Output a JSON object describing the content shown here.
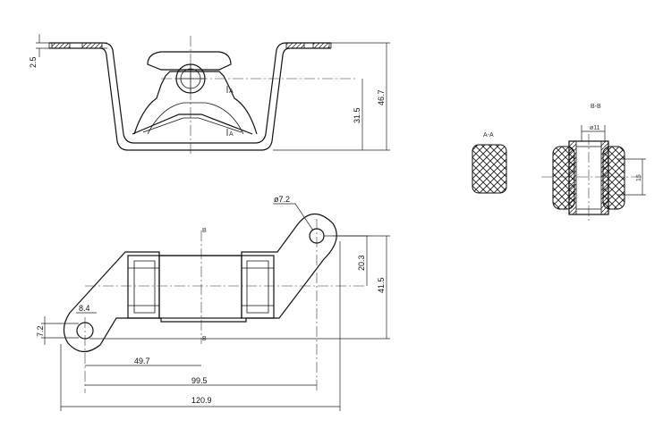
{
  "dimensions": {
    "top_thickness": "2.5",
    "total_height": "46.7",
    "hole_height": "31.5",
    "hole_dia": "ø7.2",
    "center_to_hole": "20.3",
    "overall_width": "41.5",
    "small_hole": "8.4",
    "flange_thick": "7.2",
    "half_span": "49.7",
    "hole_span": "99.5",
    "overall_length": "120.9",
    "bushing_dia": "ø11",
    "bushing_len": "15"
  },
  "markers": {
    "section_a": "A",
    "section_b": "B",
    "section_a_title": "A-A",
    "section_b_title": "B-B"
  }
}
